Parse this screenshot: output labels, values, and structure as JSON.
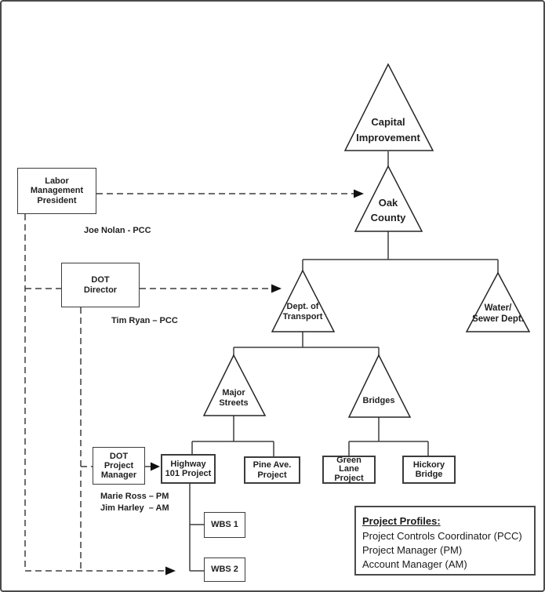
{
  "diagram": {
    "triangles": {
      "capital": "Capital\nImprovement",
      "oak": "Oak\nCounty",
      "transport": "Dept. of\nTransport",
      "water": "Water/\nSewer Dept.",
      "major": "Major\nStreets",
      "bridges": "Bridges"
    },
    "boxes": {
      "labor": "Labor\nManagement\nPresident",
      "dot_director": "DOT\nDirector",
      "dot_pm": "DOT\nProject\nManager",
      "highway": "Highway\n101 Project",
      "pine": "Pine Ave.\nProject",
      "green": "Green\nLane\nProject",
      "hickory": "Hickory\nBridge",
      "wbs1": "WBS 1",
      "wbs2": "WBS 2"
    },
    "annotations": {
      "joe": "Joe Nolan - PCC",
      "tim": "Tim Ryan – PCC",
      "marie_jim": "Marie Ross – PM\nJim Harley  – AM"
    },
    "legend": {
      "title": "Project Profiles:",
      "items": [
        "Project Controls Coordinator (PCC)",
        "Project Manager (PM)",
        "Account Manager (AM)"
      ]
    },
    "colors": {
      "line": "#3d3d3d",
      "shape_outline": "#262626",
      "text": "#1f1f1f",
      "background": "#ffffff"
    }
  }
}
